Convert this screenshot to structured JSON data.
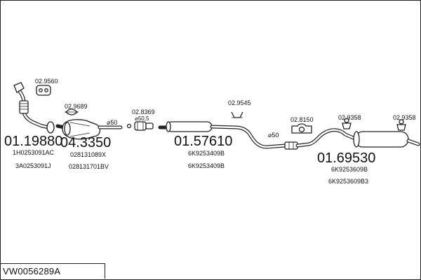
{
  "diagram_id": "VW0056289A",
  "parts": {
    "front_pipe": {
      "number": "01.19880",
      "refs": [
        "1H0253091AC",
        "3A0253091J"
      ]
    },
    "gasket_front": {
      "number": "02.9560"
    },
    "clamp_front": {
      "number": "02.9689"
    },
    "catalyst": {
      "number": "04.3350",
      "refs": [
        "028131089X",
        "028131701BV"
      ]
    },
    "catalyst_size": "⌀50",
    "clamp_mid": {
      "number": "02.8369",
      "size": "⌀50,5"
    },
    "middle_silencer": {
      "number": "01.57610",
      "refs": [
        "6K9253409B",
        "6K9253409B"
      ]
    },
    "hanger_mid": {
      "number": "02.9545"
    },
    "mid_pipe_size": "⌀50",
    "rubber_mount": {
      "number": "02.8150"
    },
    "hanger_rear_a": {
      "number": "02.9358"
    },
    "hanger_rear_b": {
      "number": "02.9358"
    },
    "rear_silencer": {
      "number": "01.69530",
      "refs": [
        "6K9253609B",
        "6K9253609B3"
      ]
    }
  }
}
